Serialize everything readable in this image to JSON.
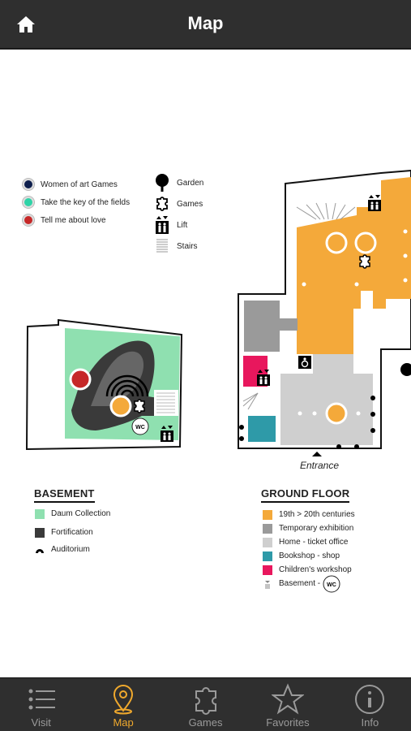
{
  "header": {
    "title": "Map",
    "home_icon": "home-icon"
  },
  "games_legend": [
    {
      "label": "Women of art Games",
      "color": "#0e1f4d"
    },
    {
      "label": "Take the key of the fields",
      "color": "#2ed3a7"
    },
    {
      "label": "Tell me about love",
      "color": "#c62828"
    }
  ],
  "icon_legend": [
    {
      "label": "Garden",
      "icon": "tree-icon"
    },
    {
      "label": "Games",
      "icon": "puzzle-icon"
    },
    {
      "label": "Lift",
      "icon": "lift-icon"
    },
    {
      "label": "Stairs",
      "icon": "stairs-icon"
    }
  ],
  "map": {
    "entrance_label": "Entrance",
    "wc_label": "WC"
  },
  "basement": {
    "title": "BASEMENT",
    "items": [
      {
        "label": "Daum Collection",
        "color": "#8fe0b0"
      },
      {
        "label": "Fortification",
        "color": "#3a3a3a"
      },
      {
        "label": "Auditorium",
        "icon": "auditorium-icon"
      }
    ]
  },
  "ground_floor": {
    "title": "GROUND FLOOR",
    "items": [
      {
        "label": "19th > 20th centuries",
        "color": "#f4a93a"
      },
      {
        "label": "Temporary exhibition",
        "color": "#9a9a9a"
      },
      {
        "label": "Home - ticket office",
        "color": "#cfcfcf"
      },
      {
        "label": "Bookshop - shop",
        "color": "#2e9aa8"
      },
      {
        "label": "Children's workshop",
        "color": "#e8175d"
      }
    ],
    "basement_note": "Basement -",
    "wc": "WC"
  },
  "tabs": [
    {
      "label": "Visit",
      "icon": "list-icon",
      "active": false
    },
    {
      "label": "Map",
      "icon": "map-pin-icon",
      "active": true
    },
    {
      "label": "Games",
      "icon": "puzzle-icon",
      "active": false
    },
    {
      "label": "Favorites",
      "icon": "star-icon",
      "active": false
    },
    {
      "label": "Info",
      "icon": "info-icon",
      "active": false
    }
  ]
}
